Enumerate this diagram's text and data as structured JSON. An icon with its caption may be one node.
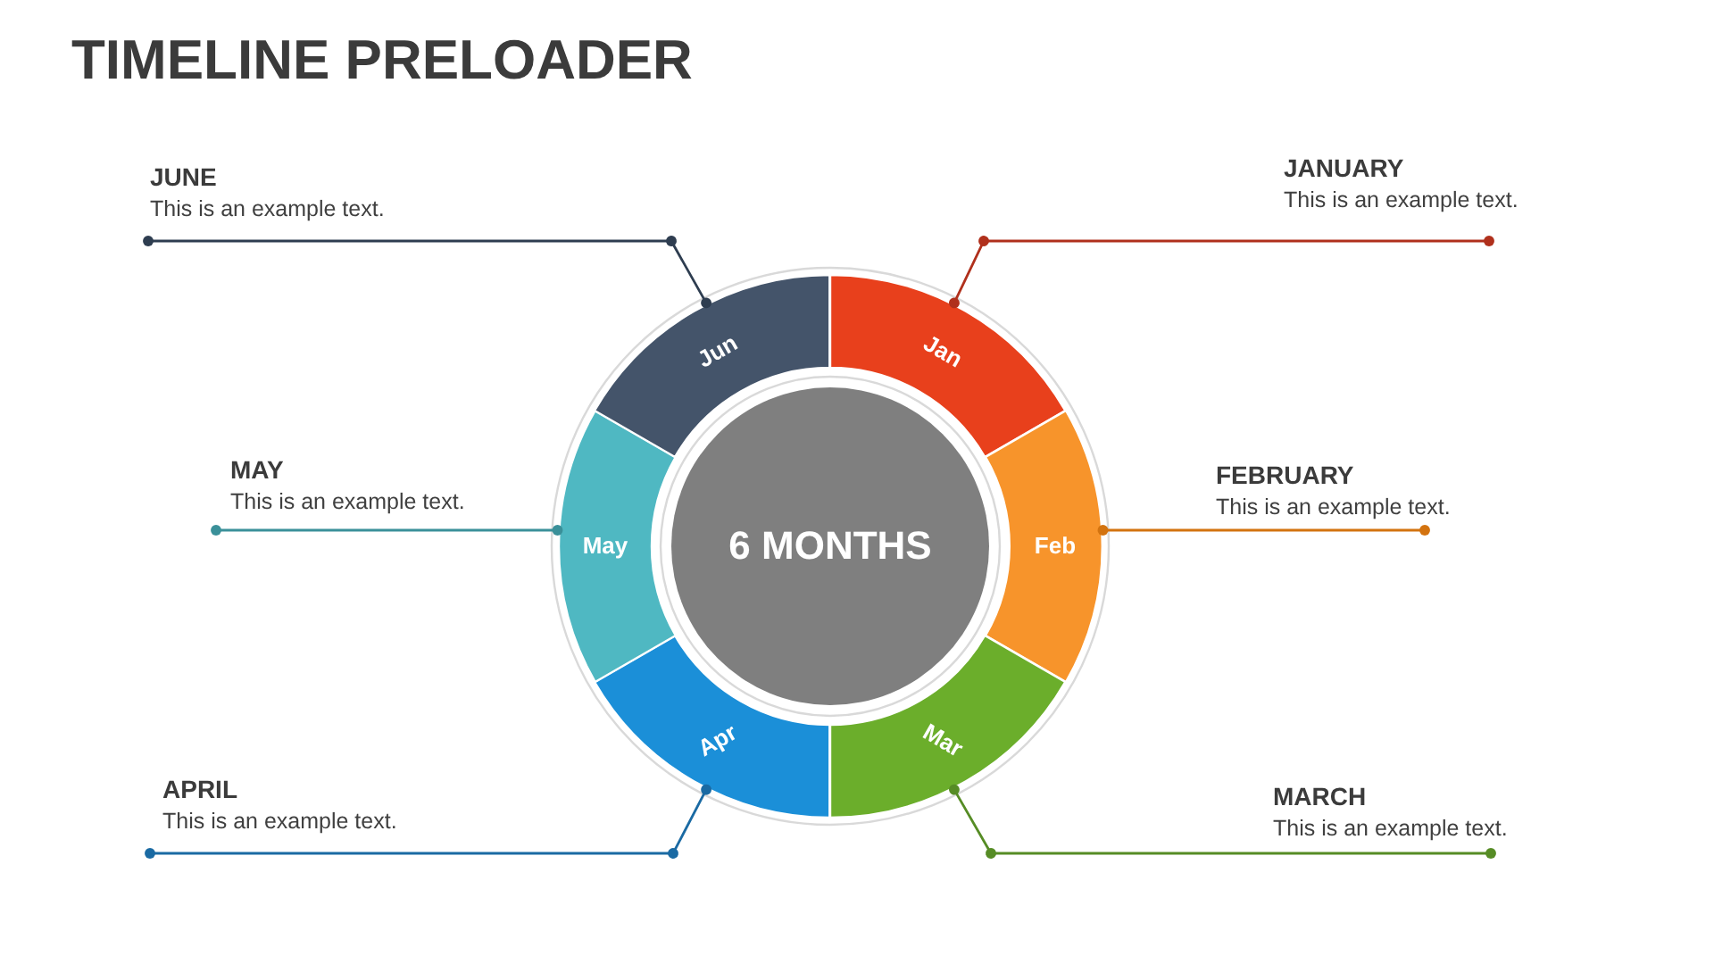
{
  "diagram": {
    "title": "TIMELINE PRELOADER",
    "nodes": [
      {
        "text": [
          "6 MONTHS"
        ]
      },
      {
        "text": [
          "Jan"
        ]
      },
      {
        "text": [
          "Feb"
        ]
      },
      {
        "text": [
          "Mar"
        ]
      },
      {
        "text": [
          "Apr"
        ]
      },
      {
        "text": [
          "May"
        ]
      },
      {
        "text": [
          "Jun"
        ]
      },
      {
        "text": [
          "JANUARY",
          "This is an example text."
        ]
      },
      {
        "text": [
          "FEBRUARY",
          "This is an example text."
        ]
      },
      {
        "text": [
          "MARCH",
          "This is an example text."
        ]
      },
      {
        "text": [
          "APRIL",
          "This is an example text."
        ]
      },
      {
        "text": [
          "MAY",
          "This is an example text."
        ]
      },
      {
        "text": [
          "JUNE",
          "This is an example text."
        ]
      }
    ],
    "edges": [
      {
        "from": 1,
        "to": 7,
        "arrow": "other",
        "color": "#b0301c"
      },
      {
        "from": 2,
        "to": 8,
        "arrow": "other",
        "color": "#d3730f"
      },
      {
        "from": 3,
        "to": 9,
        "arrow": "other",
        "color": "#568c25"
      },
      {
        "from": 4,
        "to": 10,
        "arrow": "other",
        "color": "#1a6aa3"
      },
      {
        "from": 5,
        "to": 11,
        "arrow": "other",
        "color": "#3a9099"
      },
      {
        "from": 6,
        "to": 12,
        "arrow": "other",
        "color": "#2e3d50"
      }
    ]
  }
}
